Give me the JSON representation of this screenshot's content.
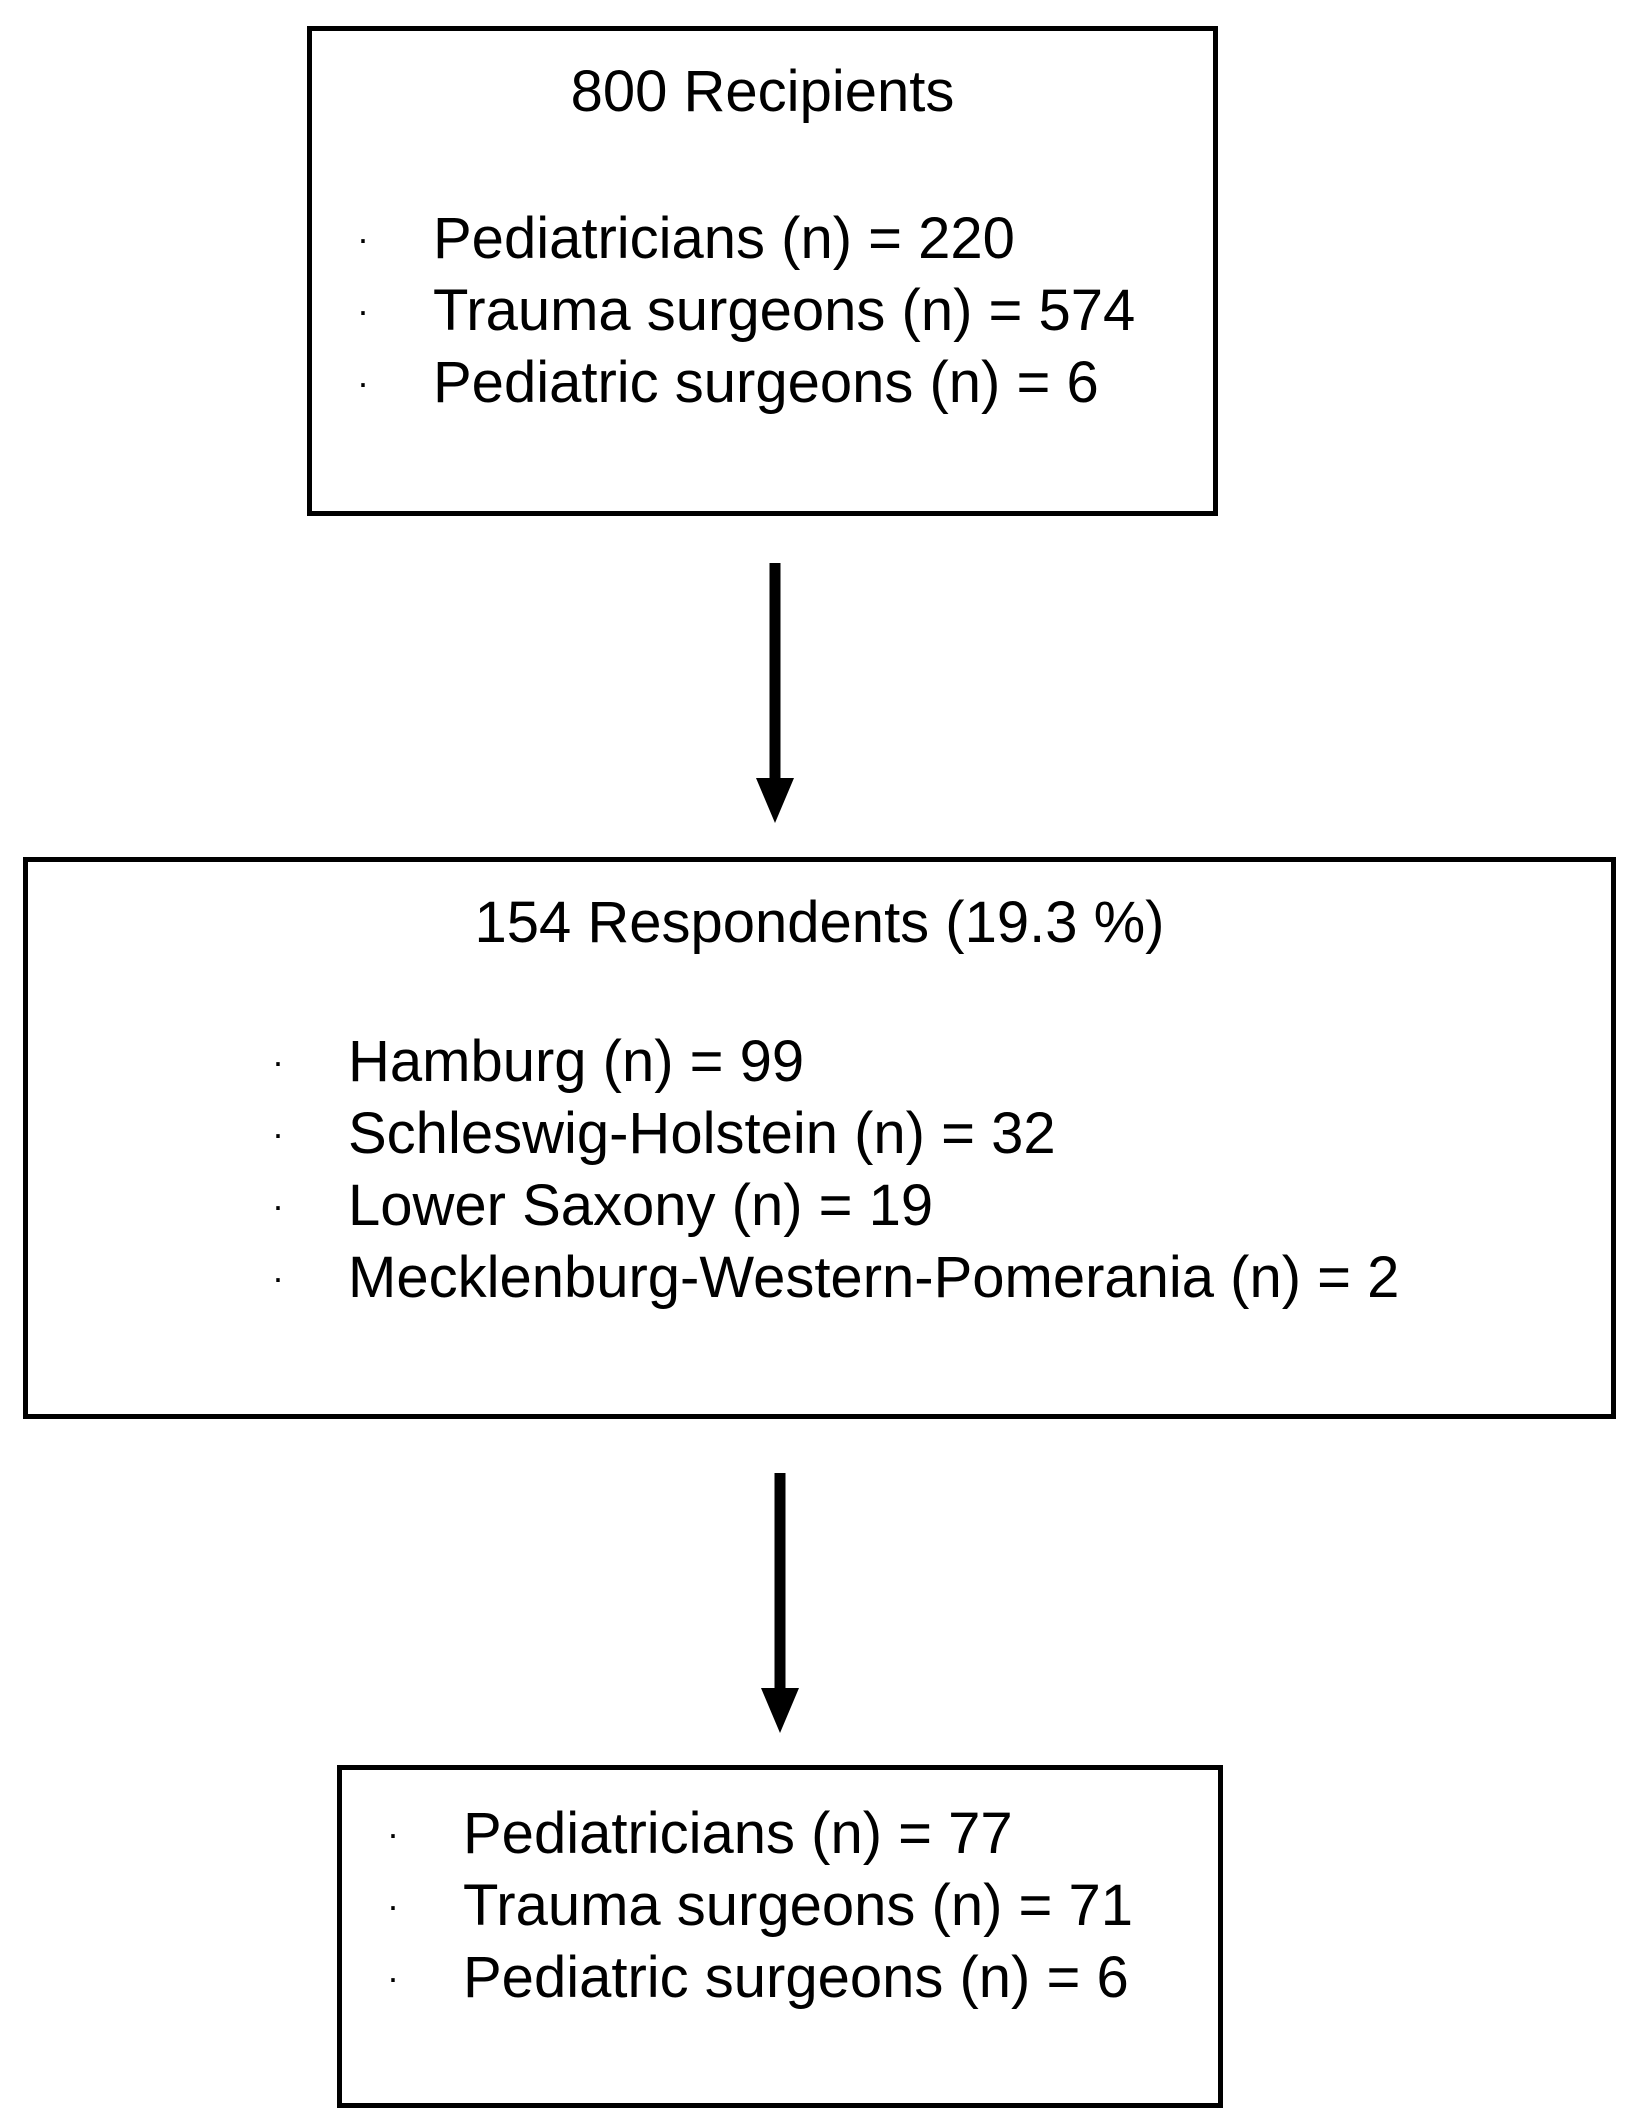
{
  "recipients_box": {
    "title": "800 Recipients",
    "items": [
      {
        "bullet": "·",
        "text": "Pediatricians (n) = 220"
      },
      {
        "bullet": "·",
        "text": "Trauma surgeons (n) = 574"
      },
      {
        "bullet": "·",
        "text": "Pediatric surgeons (n) = 6"
      }
    ]
  },
  "respondents_box": {
    "title": "154 Respondents (19.3 %)",
    "items": [
      {
        "bullet": "·",
        "text": "Hamburg (n) = 99"
      },
      {
        "bullet": "·",
        "text": "Schleswig-Holstein (n) = 32"
      },
      {
        "bullet": "·",
        "text": "Lower Saxony (n) = 19"
      },
      {
        "bullet": "·",
        "text": "Mecklenburg-Western-Pomerania (n) = 2"
      }
    ]
  },
  "specialty_box": {
    "items": [
      {
        "bullet": "·",
        "text": "Pediatricians (n) = 77"
      },
      {
        "bullet": "·",
        "text": "Trauma surgeons (n) = 71"
      },
      {
        "bullet": "·",
        "text": "Pediatric surgeons (n) = 6"
      }
    ]
  }
}
